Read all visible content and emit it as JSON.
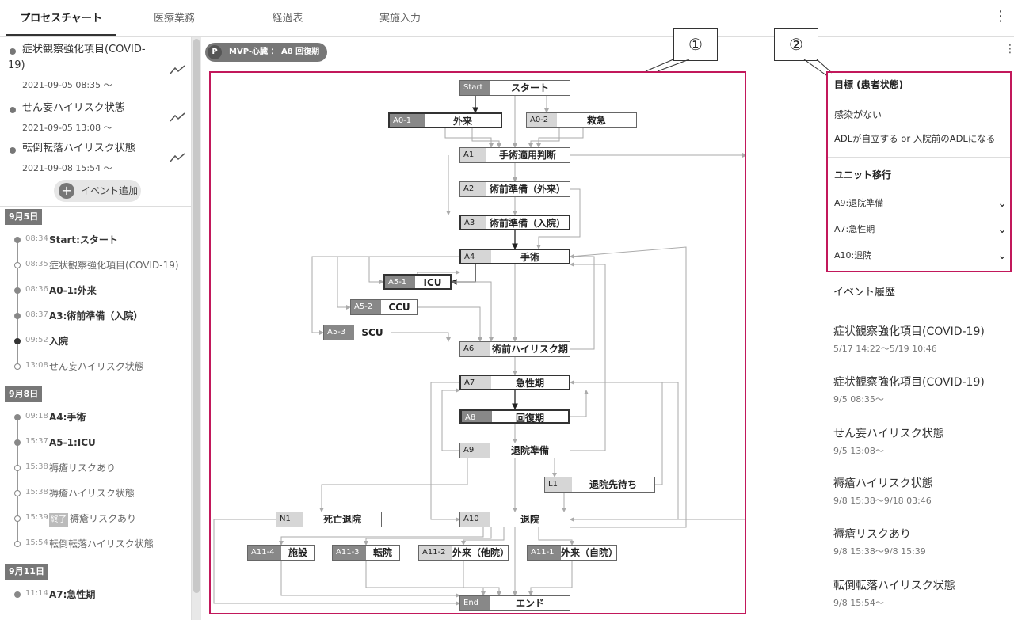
{
  "tabs": [
    "プロセスチャート",
    "医療業務",
    "経過表",
    "実施入力"
  ],
  "left_events": [
    {
      "title": "症状観察強化項目(COVID-19)",
      "date": "2021-09-05 08:35 ～"
    },
    {
      "title": "せん妄ハイリスク状態",
      "date": "2021-09-05 13:08 ～"
    },
    {
      "title": "転倒転落ハイリスク状態",
      "date": "2021-09-08 15:54 ～"
    }
  ],
  "add_event_label": "イベント追加",
  "timeline": [
    {
      "type": "day",
      "label": "9月5日"
    },
    {
      "type": "item",
      "time": "08:34",
      "label": "Start:スタート",
      "style": "bold",
      "dot": "filled"
    },
    {
      "type": "item",
      "time": "08:35",
      "label": "症状観察強化項目(COVID-19)",
      "style": "gray",
      "dot": "hollow"
    },
    {
      "type": "item",
      "time": "08:36",
      "label": "A0-1:外来",
      "style": "bold",
      "dot": "filled"
    },
    {
      "type": "item",
      "time": "08:37",
      "label": "A3:術前準備（入院）",
      "style": "bold",
      "dot": "filled"
    },
    {
      "type": "item",
      "time": "09:52",
      "label": "入院",
      "style": "bold",
      "dot": "dark"
    },
    {
      "type": "item",
      "time": "13:08",
      "label": "せん妄ハイリスク状態",
      "style": "gray",
      "dot": "hollow"
    },
    {
      "type": "day",
      "label": "9月8日"
    },
    {
      "type": "item",
      "time": "09:18",
      "label": "A4:手術",
      "style": "bold",
      "dot": "filled"
    },
    {
      "type": "item",
      "time": "15:37",
      "label": "A5-1:ICU",
      "style": "bold",
      "dot": "filled"
    },
    {
      "type": "item",
      "time": "15:38",
      "label": "褥瘡リスクあり",
      "style": "gray",
      "dot": "hollow"
    },
    {
      "type": "item",
      "time": "15:38",
      "label": "褥瘡ハイリスク状態",
      "style": "gray",
      "dot": "hollow"
    },
    {
      "type": "item",
      "time": "15:39",
      "tag": "終了",
      "label": "褥瘡リスクあり",
      "style": "gray",
      "dot": "hollow"
    },
    {
      "type": "item",
      "time": "15:54",
      "label": "転倒転落ハイリスク状態",
      "style": "gray",
      "dot": "hollow"
    },
    {
      "type": "day",
      "label": "9月11日"
    },
    {
      "type": "item",
      "time": "11:14",
      "label": "A7:急性期",
      "style": "bold",
      "dot": "filled"
    }
  ],
  "chip": {
    "icon": "P",
    "text": "MVP-心臓 ： A8 回復期"
  },
  "callouts": [
    "①",
    "②"
  ],
  "nodes": [
    {
      "id": "start",
      "code": "Start",
      "name": "スタート",
      "dark": true
    },
    {
      "id": "a01",
      "code": "A0-1",
      "name": "外来",
      "dark": true
    },
    {
      "id": "a02",
      "code": "A0-2",
      "name": "救急"
    },
    {
      "id": "a1",
      "code": "A1",
      "name": "手術適用判断"
    },
    {
      "id": "a2",
      "code": "A2",
      "name": "術前準備（外来）"
    },
    {
      "id": "a3",
      "code": "A3",
      "name": "術前準備（入院）"
    },
    {
      "id": "a4",
      "code": "A4",
      "name": "手術"
    },
    {
      "id": "a51",
      "code": "A5-1",
      "name": "ICU",
      "dark": true
    },
    {
      "id": "a52",
      "code": "A5-2",
      "name": "CCU",
      "dark": true
    },
    {
      "id": "a53",
      "code": "A5-3",
      "name": "SCU",
      "dark": true
    },
    {
      "id": "a6",
      "code": "A6",
      "name": "術前ハイリスク期"
    },
    {
      "id": "a7",
      "code": "A7",
      "name": "急性期"
    },
    {
      "id": "a8",
      "code": "A8",
      "name": "回復期",
      "dark": true
    },
    {
      "id": "a9",
      "code": "A9",
      "name": "退院準備"
    },
    {
      "id": "l1",
      "code": "L1",
      "name": "退院先待ち"
    },
    {
      "id": "n1",
      "code": "N1",
      "name": "死亡退院"
    },
    {
      "id": "a10",
      "code": "A10",
      "name": "退院"
    },
    {
      "id": "a114",
      "code": "A11-4",
      "name": "施設",
      "dark": true
    },
    {
      "id": "a113",
      "code": "A11-3",
      "name": "転院",
      "dark": true
    },
    {
      "id": "a112",
      "code": "A11-2",
      "name": "外来（他院）"
    },
    {
      "id": "a111",
      "code": "A11-1",
      "name": "外来（自院）",
      "dark": true
    },
    {
      "id": "end",
      "code": "End",
      "name": "エンド",
      "dark": true
    }
  ],
  "goal": {
    "heading": "目標 (患者状態)",
    "items": [
      "感染がない",
      "ADLが自立する or 入院前のADLになる"
    ]
  },
  "unit_transition": {
    "heading": "ユニット移行",
    "items": [
      "A9:退院準備",
      "A7:急性期",
      "A10:退院"
    ]
  },
  "history": {
    "heading": "イベント履歴",
    "items": [
      {
        "title": "症状観察強化項目(COVID-19)",
        "date": "5/17 14:22～5/19 10:46"
      },
      {
        "title": "症状観察強化項目(COVID-19)",
        "date": "9/5 08:35～"
      },
      {
        "title": "せん妄ハイリスク状態",
        "date": "9/5 13:08～"
      },
      {
        "title": "褥瘡ハイリスク状態",
        "date": "9/8 15:38～9/18 03:46"
      },
      {
        "title": "褥瘡リスクあり",
        "date": "9/8 15:38～9/8 15:39"
      },
      {
        "title": "転倒転落ハイリスク状態",
        "date": "9/8 15:54～"
      }
    ]
  }
}
